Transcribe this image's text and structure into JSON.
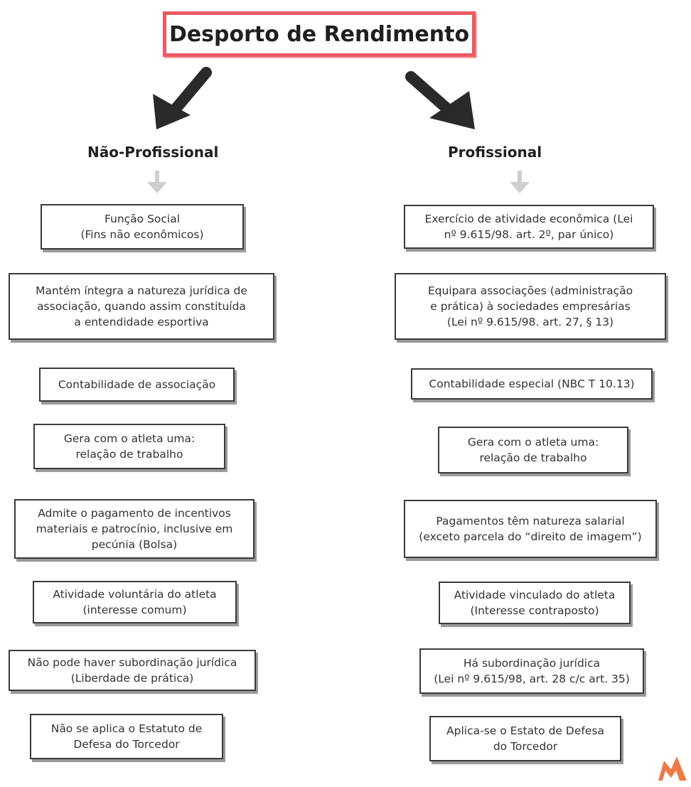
{
  "title": "Desporto de Rendimento",
  "left": {
    "heading": "Não-Profissional",
    "items": [
      "Função Social\n(Fins não econômicos)",
      "Mantém íntegra a natureza jurídica de\nassociação, quando assim constituída\na entendidade esportiva",
      "Contabilidade de associação",
      "Gera com o atleta uma:\nrelação de trabalho",
      "Admite o pagamento de incentivos\nmateriais e patrocínio, inclusive em\npecúnia (Bolsa)",
      "Atividade voluntária do atleta\n(interesse comum)",
      "Não pode haver subordinação jurídica\n(Liberdade de prática)",
      "Não se aplica o Estatuto de\nDefesa do Torcedor"
    ]
  },
  "right": {
    "heading": "Profissional",
    "items": [
      "Exercício de atividade econômica (Lei\nnº 9.615/98. art. 2º, par único)",
      "Equipara associações (administração\ne prática) à sociedades empresárias\n(Lei nº 9.615/98. art. 27, § 13)",
      "Contabilidade especial (NBC T 10.13)",
      "Gera com o atleta uma:\nrelação de trabalho",
      "Pagamentos têm natureza salarial\n(exceto parcela do “direito de imagem”)",
      "Atividade vinculado do atleta\n(Interesse contraposto)",
      "Há subordinação jurídica\n(Lei nº 9.615/98, art. 28 c/c art. 35)",
      "Aplica-se o Estato de Defesa\ndo Torcedor"
    ]
  },
  "colors": {
    "title_border": "#ec5a62",
    "arrow_dark": "#2a2a2a",
    "arrow_light": "#cfcfcf",
    "logo": "#f07a45"
  },
  "icons": [
    "arrow-down-left-icon",
    "arrow-down-right-icon",
    "arrow-down-icon",
    "brand-logo-icon"
  ]
}
